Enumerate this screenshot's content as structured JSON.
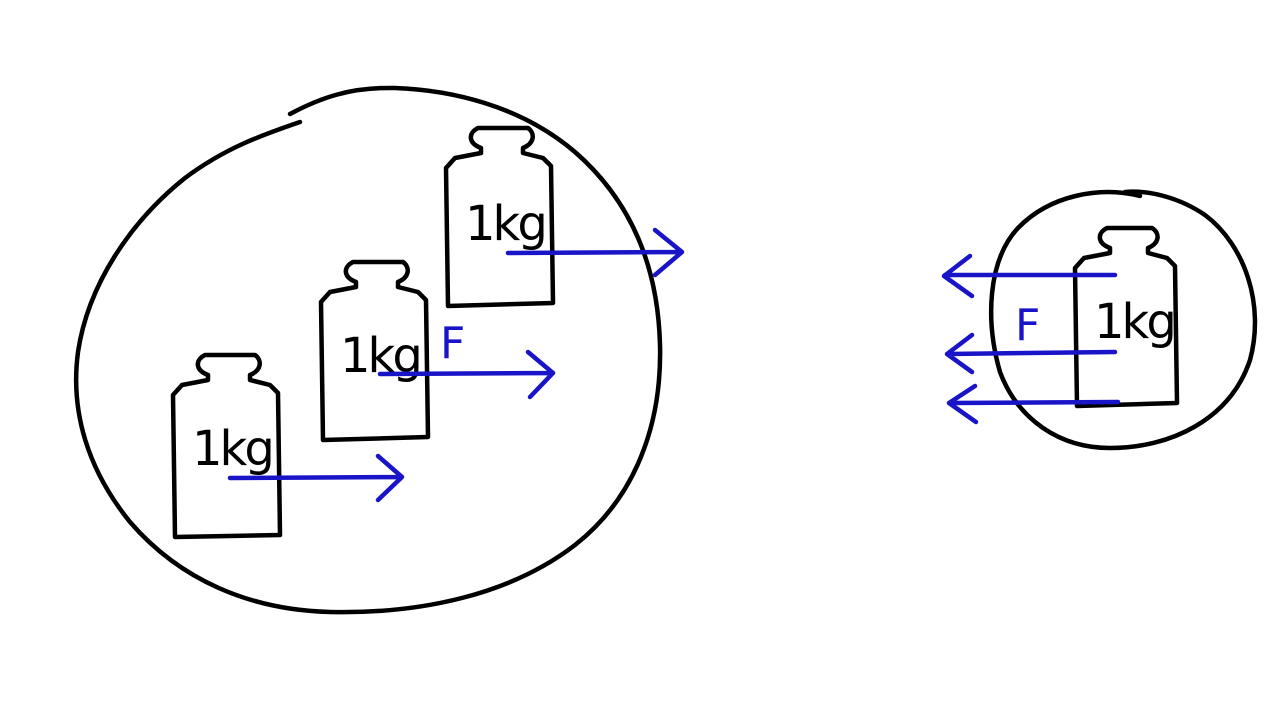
{
  "weight_label": "1kg",
  "force_label": "F",
  "colors": {
    "outline": "#000000",
    "force": "#1a14c8",
    "background": "#ffffff"
  },
  "large_body": {
    "weights": [
      "1kg",
      "1kg",
      "1kg"
    ],
    "force_direction": "right"
  },
  "small_body": {
    "weights": [
      "1kg"
    ],
    "force_direction": "left"
  }
}
